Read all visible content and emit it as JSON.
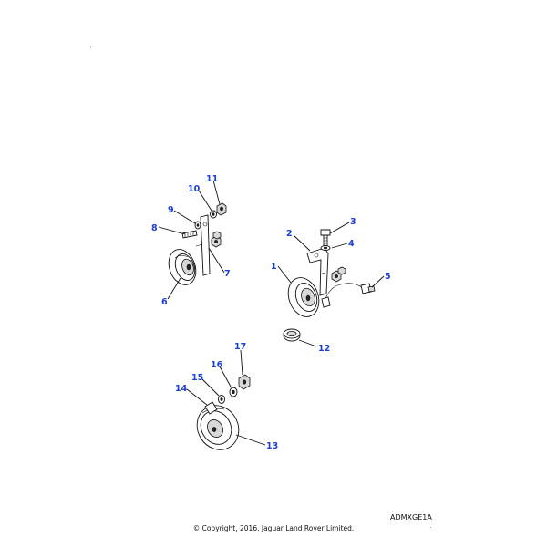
{
  "diagram": {
    "callouts": [
      "1",
      "2",
      "3",
      "4",
      "5",
      "6",
      "7",
      "8",
      "9",
      "10",
      "11",
      "12",
      "13",
      "14",
      "15",
      "16",
      "17"
    ]
  },
  "footer": {
    "reference_code": "ADMXGE1A",
    "copyright": "© Copyright, 2016. Jaguar Land Rover Limited."
  }
}
